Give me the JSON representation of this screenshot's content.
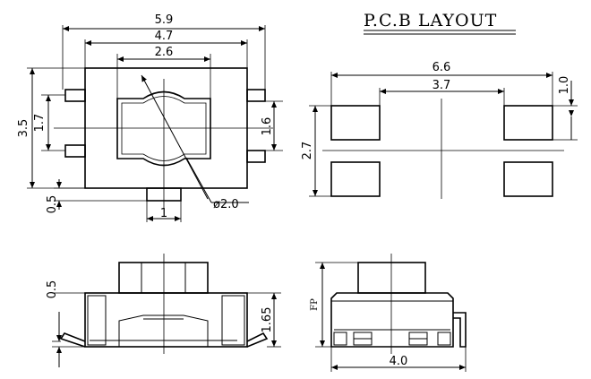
{
  "title": "P.C.B LAYOUT",
  "top_view": {
    "dims": {
      "overall_width": "5.9",
      "body_width": "4.7",
      "button_width": "2.6",
      "overall_height": "3.5",
      "pin_pitch_left": "1.7",
      "pin_pitch_right": "1.6",
      "tab_offset": "0.5",
      "tab_width": "1",
      "diameter": "ø2.0"
    }
  },
  "pcb_layout": {
    "dims": {
      "pad_span": "6.6",
      "inner_gap": "3.7",
      "pad_height": "1.0",
      "vertical_span": "2.7"
    }
  },
  "front_view": {
    "dims": {
      "lead_thickness": "0.5",
      "body_height": "1.65"
    }
  },
  "side_view": {
    "dims": {
      "fp": "FP",
      "depth": "4.0"
    }
  }
}
